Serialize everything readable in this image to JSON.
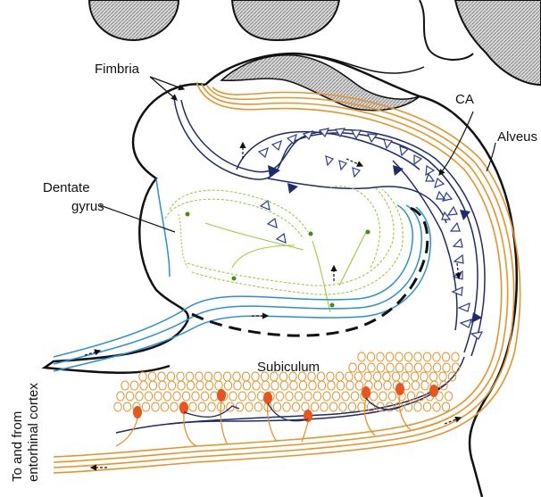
{
  "labels": {
    "fimbria": "Fimbria",
    "ca": "CA",
    "alveus": "Alveus",
    "dentate_line1": "Dentate",
    "dentate_line2": "gyrus",
    "subiculum": "Subiculum",
    "entorhinal_line1": "To and from",
    "entorhinal_line2": "entorhinal cortex"
  },
  "colors": {
    "orange_fiber": "#e8932a",
    "orange_cell": "#e8561e",
    "navy_fiber": "#1f2a6b",
    "blue_fiber": "#2a8fd6",
    "green_cell": "#9ccc3a",
    "outline": "#111111",
    "hatch_gray": "#9a9a9a"
  }
}
